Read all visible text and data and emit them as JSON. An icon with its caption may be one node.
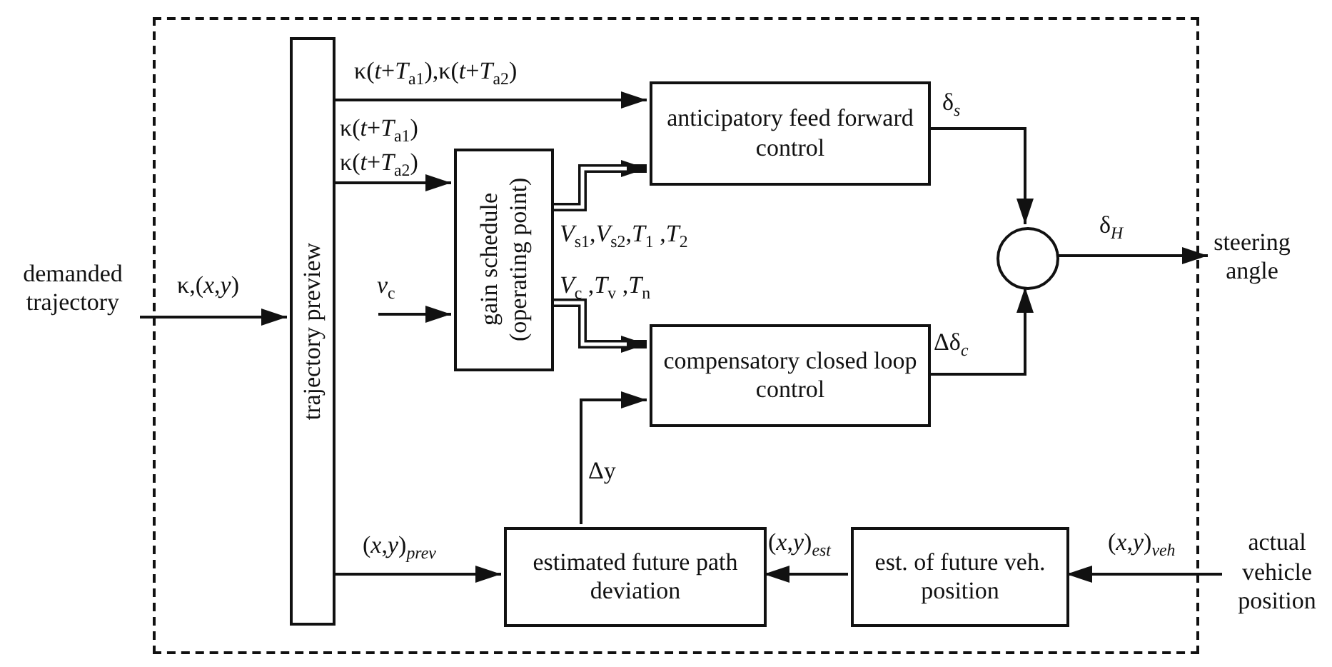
{
  "diagram": {
    "nodes": [
      {
        "text": [],
        "shape": "box"
      },
      {
        "text": [
          "demanded trajectory"
        ]
      },
      {
        "text": [
          "trajectory preview"
        ],
        "in": 0
      },
      {
        "text": [
          "gain schedule (operating point)"
        ],
        "in": 0
      },
      {
        "text": [
          "anticipatory feed forward control"
        ],
        "in": 0
      },
      {
        "text": [
          "compensatory closed loop control"
        ],
        "in": 0
      },
      {
        "text": [],
        "shape": "circle",
        "in": 0
      },
      {
        "text": [
          "steering angle"
        ]
      },
      {
        "text": [
          "estimated future path deviation"
        ],
        "in": 0
      },
      {
        "text": [
          "est. of future veh. position"
        ],
        "in": 0
      },
      {
        "text": [
          "actual vehicle position"
        ]
      }
    ],
    "edges": [
      {
        "from": 1,
        "to": 2,
        "arrow": "to",
        "label": "κ,(*x*,*y*)"
      },
      {
        "from": 2,
        "to": 4,
        "arrow": "to",
        "label": "κ(*t*+*T*$_{a1}$),κ(*t*+*T*$_{a2}$)"
      },
      {
        "from": 2,
        "to": 3,
        "arrow": "to",
        "label": "κ(*t*+*T*$_{a1}$) κ(*t*+*T*$_{a2}$)"
      },
      {
        "from": null,
        "to": 3,
        "arrow": "to",
        "label": "*v*$_{c}$"
      },
      {
        "from": 3,
        "to": 4,
        "arrow": "to",
        "style": "thick",
        "label": "*V*$_{s1}$,*V*$_{s2}$,*T*$_{1}$ ,*T*$_{2}$"
      },
      {
        "from": 3,
        "to": 5,
        "arrow": "to",
        "style": "thick",
        "label": "*V*$_{c}$ ,*T*$_{v}$ ,*T*$_{n}$"
      },
      {
        "from": 4,
        "to": 6,
        "arrow": "to",
        "label": "δ$_{s}$"
      },
      {
        "from": 5,
        "to": 6,
        "arrow": "to",
        "label": "Δδ$_{c}$"
      },
      {
        "from": 6,
        "to": 7,
        "arrow": "to",
        "label": "δ$_{H}$"
      },
      {
        "from": 8,
        "to": 5,
        "arrow": "to",
        "label": "Δy"
      },
      {
        "from": 2,
        "to": 8,
        "arrow": "to",
        "label": "(*x*,*y*)$_{prev}$"
      },
      {
        "from": 9,
        "to": 8,
        "arrow": "to",
        "label": "(*x*,*y*)$_{est}$"
      },
      {
        "from": 10,
        "to": 9,
        "arrow": "to",
        "label": "(*x*,*y*)$_{veh}$"
      }
    ]
  }
}
